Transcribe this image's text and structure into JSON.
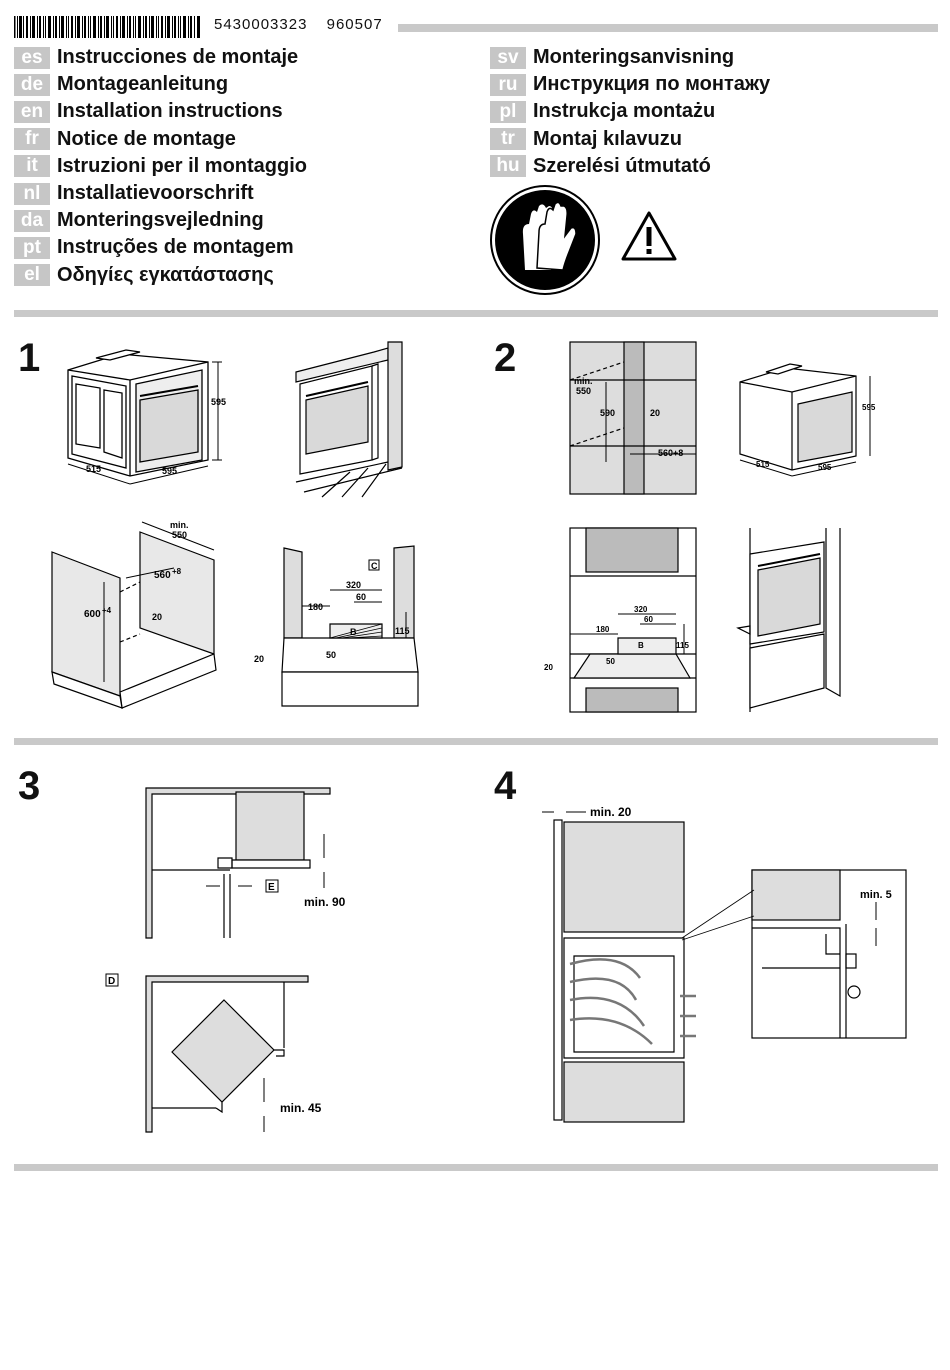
{
  "header": {
    "part_number": "5430003323",
    "date_code": "960507"
  },
  "languages_left": [
    {
      "code": "es",
      "title": "Instrucciones de montaje"
    },
    {
      "code": "de",
      "title": "Montageanleitung"
    },
    {
      "code": "en",
      "title": "Installation instructions"
    },
    {
      "code": "fr",
      "title": "Notice de montage"
    },
    {
      "code": "it",
      "title": "Istruzioni per il montaggio"
    },
    {
      "code": "nl",
      "title": "Installatievoorschrift"
    },
    {
      "code": "da",
      "title": "Monteringsvejledning"
    },
    {
      "code": "pt",
      "title": "Instruções de montagem"
    },
    {
      "code": "el",
      "title": "Οδηγίες εγκατάστασης"
    }
  ],
  "languages_right": [
    {
      "code": "sv",
      "title": "Monteringsanvisning"
    },
    {
      "code": "ru",
      "title": "Инструкция по монтажу"
    },
    {
      "code": "pl",
      "title": "Instrukcja montażu"
    },
    {
      "code": "tr",
      "title": "Montaj kılavuzu"
    },
    {
      "code": "hu",
      "title": "Szerelési útmutató"
    }
  ],
  "steps": {
    "s1": "1",
    "s2": "2",
    "s3": "3",
    "s4": "4"
  },
  "step1": {
    "oven_height": "595",
    "oven_depth": "515",
    "oven_width": "595",
    "cab_min": "min.",
    "cab_depth": "550",
    "cab_width": "560",
    "cab_width_tol": "+8",
    "cab_height": "600",
    "cab_height_tol": "+4",
    "cab_gap": "20",
    "vent_w": "320",
    "vent_off": "60",
    "vent_side": "180",
    "vent_h": "115",
    "vent_front": "20",
    "vent_depth": "50",
    "label_b": "B",
    "label_c": "C"
  },
  "step2": {
    "min": "min.",
    "depth": "550",
    "height": "590",
    "gap": "20",
    "width": "560+8",
    "oven_height": "595",
    "oven_depth": "515",
    "oven_width": "595",
    "vent_w": "320",
    "vent_off": "60",
    "vent_side": "180",
    "vent_h": "115",
    "vent_front": "20",
    "vent_depth": "50",
    "label_b": "B"
  },
  "step3": {
    "label_e": "E",
    "min_90": "min. 90",
    "label_d": "D",
    "min_45": "min. 45"
  },
  "step4": {
    "min_20": "min. 20",
    "min_5": "min. 5"
  }
}
